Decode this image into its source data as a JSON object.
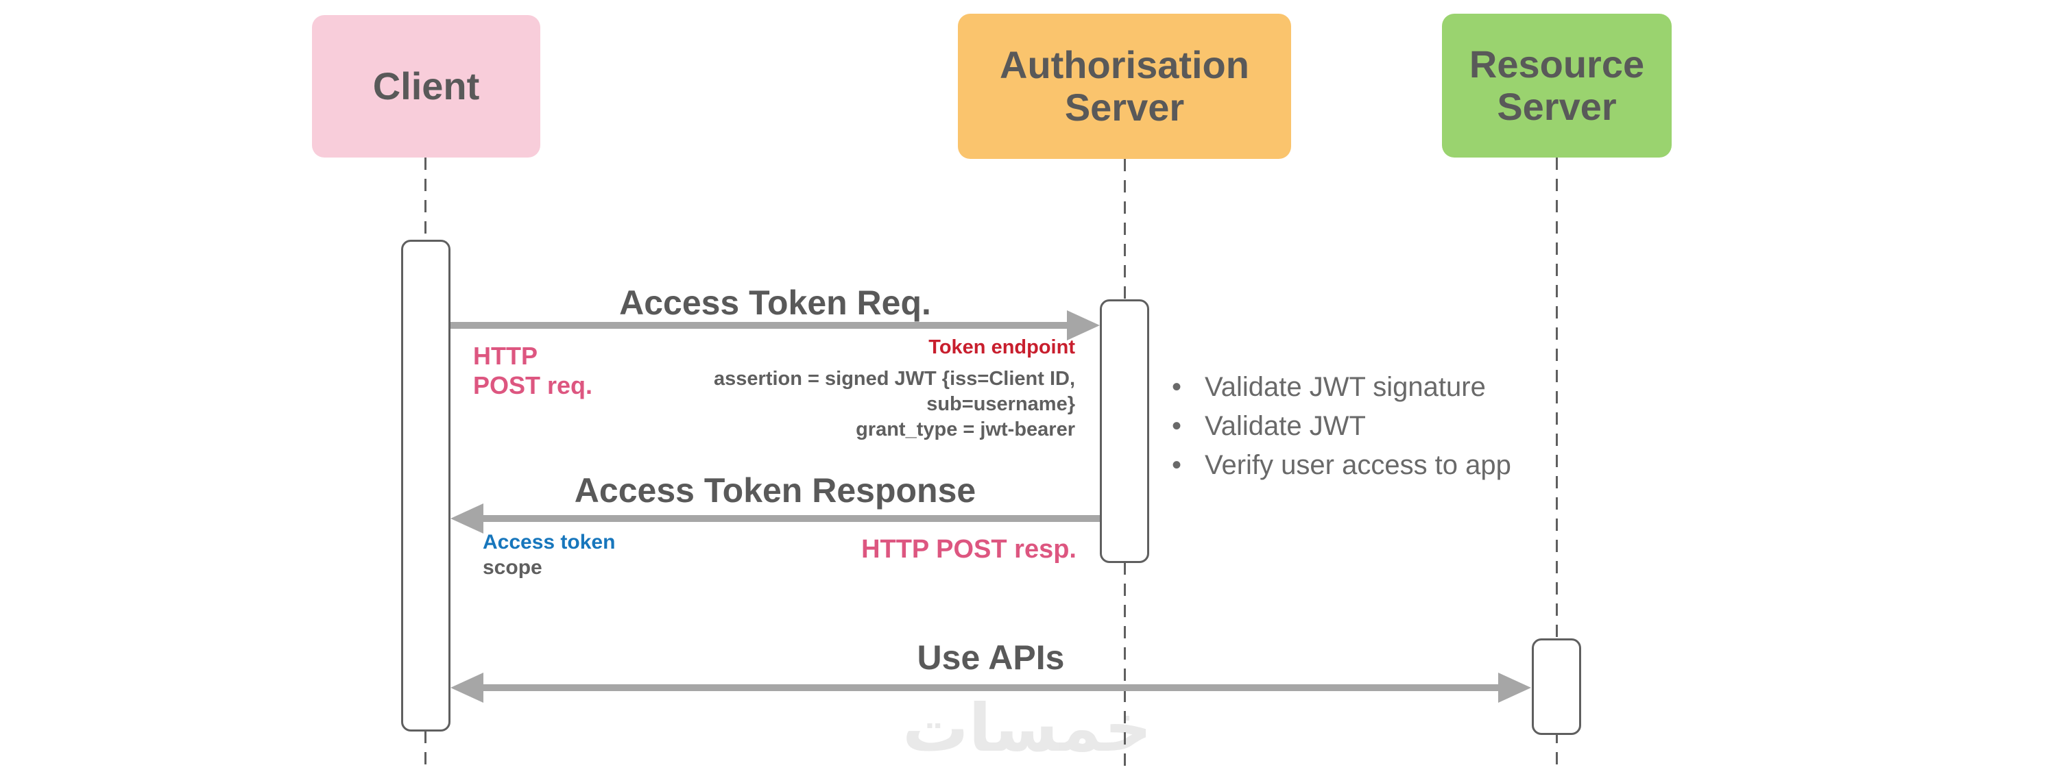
{
  "actors": [
    {
      "label": "Client",
      "fill": "#f8cdda"
    },
    {
      "label": "Authorisation Server",
      "fill": "#fac46d"
    },
    {
      "label": "Resource Server",
      "fill": "#9ad36f"
    }
  ],
  "messages": [
    {
      "title": "Access Token Req."
    },
    {
      "title": "Access Token Response"
    },
    {
      "title": "Use APIs"
    }
  ],
  "labels": {
    "http_post_req": "HTTP POST req.",
    "token_endpoint": "Token endpoint",
    "params": [
      "assertion =  signed JWT {iss=Client ID,",
      "sub=username}",
      "grant_type = jwt-bearer"
    ],
    "access_token": "Access token",
    "scope": "scope",
    "http_post_resp": "HTTP POST resp."
  },
  "auth_server_tasks": [
    "Validate JWT signature",
    "Validate JWT",
    "Verify user access to app"
  ],
  "watermark": "خمسات",
  "colors": {
    "pink": "#dd5680",
    "red": "#c81e2d",
    "blue": "#1776bc",
    "title_gray": "#595959",
    "task_gray": "#696969",
    "param_gray": "#5f5f5f",
    "arrow_gray": "#a6a6a6",
    "line_gray": "#5f5f5f",
    "watermark_gray": "#e9e9e9"
  }
}
